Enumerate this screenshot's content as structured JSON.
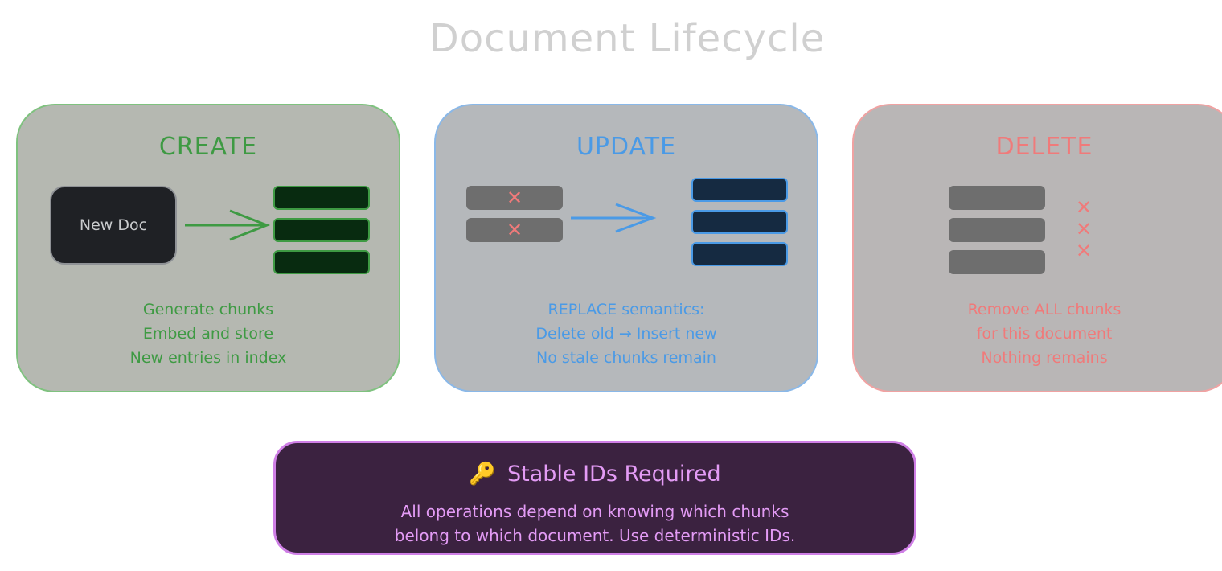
{
  "title": "Document Lifecycle",
  "create": {
    "heading": "CREATE",
    "doc_label": "New Doc",
    "desc": [
      "Generate chunks",
      "Embed and store",
      "New entries in index"
    ]
  },
  "update": {
    "heading": "UPDATE",
    "desc": [
      "REPLACE semantics:",
      "Delete old → Insert new",
      "No stale chunks remain"
    ]
  },
  "delete": {
    "heading": "DELETE",
    "desc": [
      "Remove ALL chunks",
      "for this document",
      "Nothing remains"
    ]
  },
  "banner": {
    "icon": "key-icon",
    "icon_glyph": "🔑",
    "title": "Stable IDs Required",
    "text": [
      "All operations depend on knowing which chunks",
      "belong to which document. Use deterministic IDs."
    ]
  },
  "colors": {
    "create": "#3e9a43",
    "update": "#4a9ae6",
    "delete": "#f07a7a",
    "banner": "#e39bf5"
  }
}
